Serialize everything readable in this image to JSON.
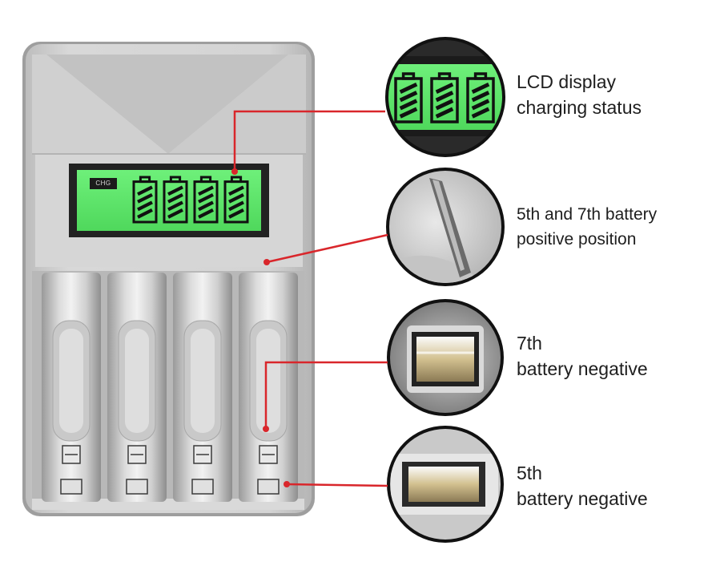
{
  "callouts": [
    {
      "id": "lcd",
      "lines": [
        "LCD display",
        "charging status"
      ],
      "detail_icon": "lcd-battery-icons"
    },
    {
      "id": "positive",
      "lines": [
        "5th and 7th battery",
        "positive position"
      ],
      "detail_icon": "positive-contact-closeup"
    },
    {
      "id": "neg7",
      "lines": [
        "7th",
        "battery negative"
      ],
      "detail_icon": "negative-contact-closeup"
    },
    {
      "id": "neg5",
      "lines": [
        "5th",
        "battery negative"
      ],
      "detail_icon": "negative-contact-closeup"
    }
  ],
  "lcd": {
    "indicator": "CHG",
    "battery_icons": 4,
    "zoom_battery_icons": 3
  },
  "charger": {
    "slots": 4
  },
  "colors": {
    "callout_line": "#d9262b",
    "lcd_green": "#5fe86a",
    "charger_body": "#c7c7c7",
    "ring": "#1a1a1a"
  }
}
